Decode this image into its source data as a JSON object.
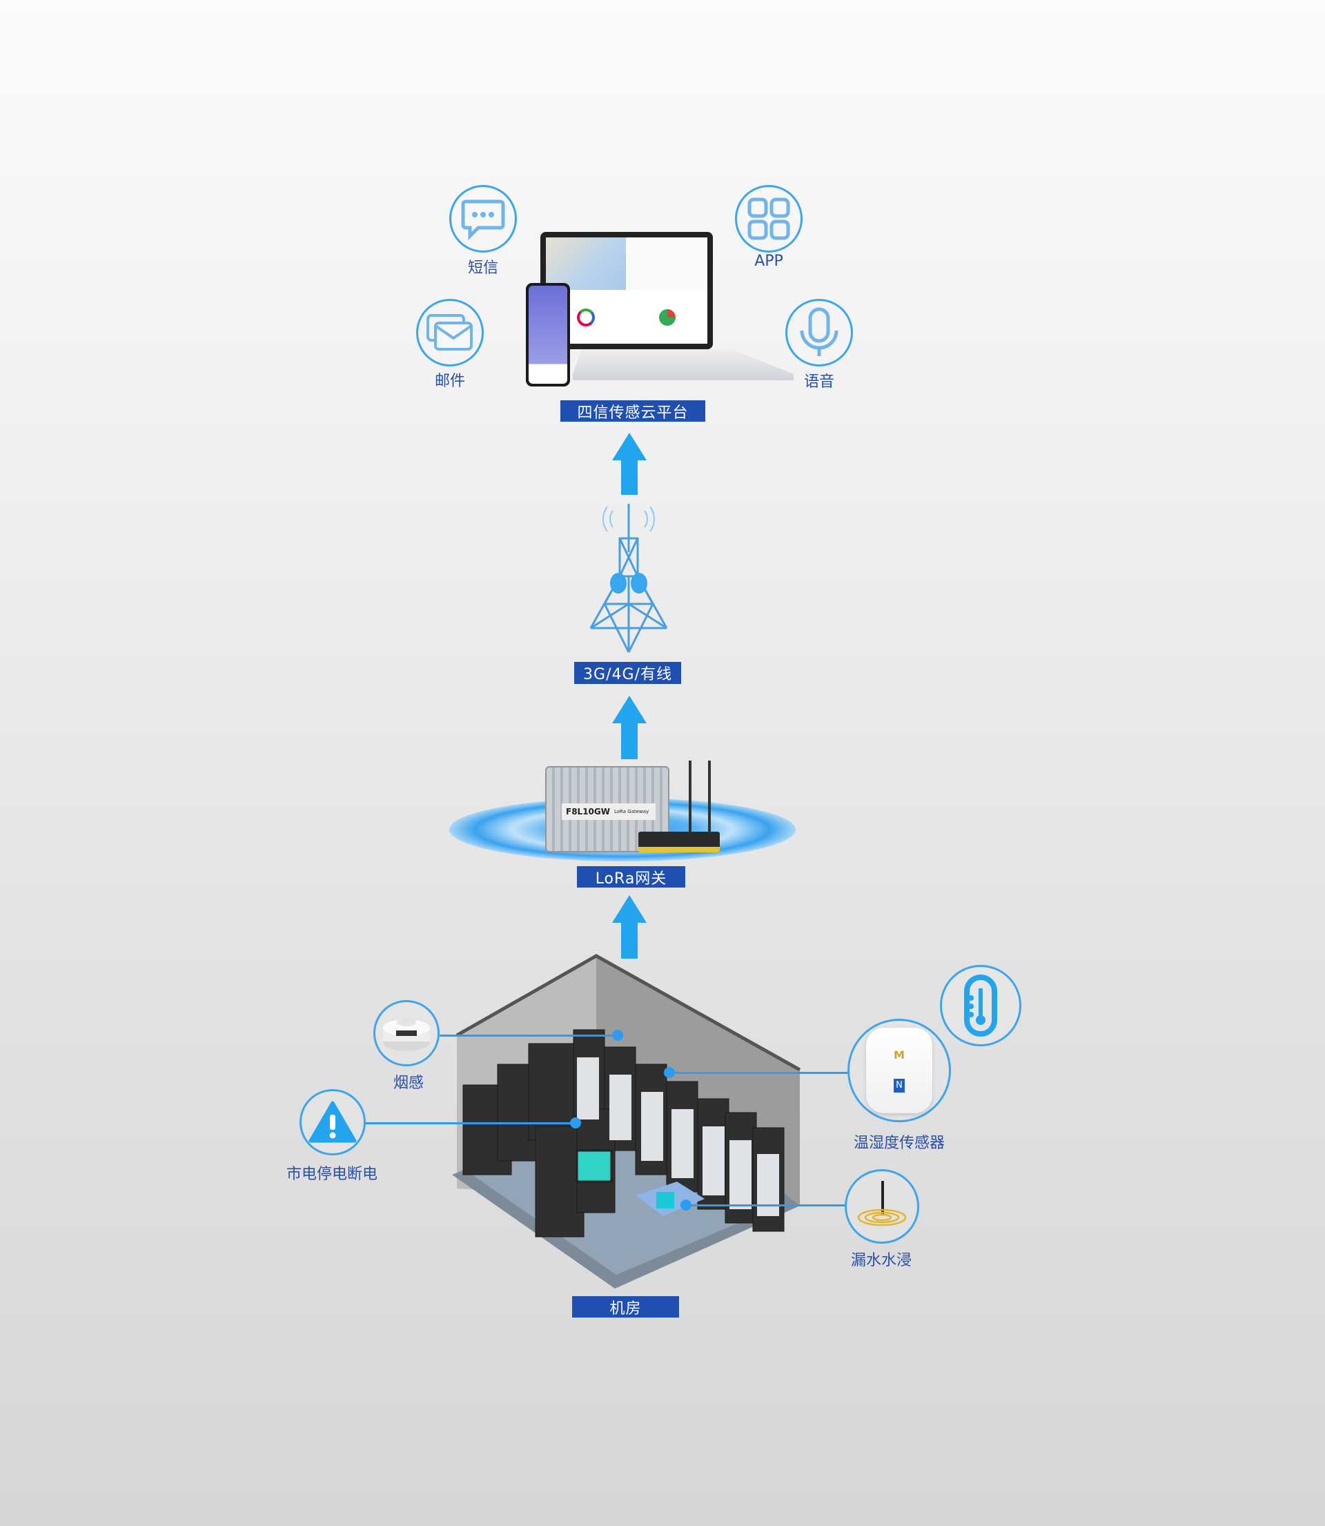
{
  "platform": {
    "title": "四信传感云平台",
    "channels": [
      {
        "label": "短信",
        "icon": "sms-icon"
      },
      {
        "label": "APP",
        "icon": "app-grid-icon"
      },
      {
        "label": "邮件",
        "icon": "mail-icon"
      },
      {
        "label": "语音",
        "icon": "microphone-icon"
      }
    ]
  },
  "network": {
    "title": "3G/4G/有线"
  },
  "gateway": {
    "title": "LoRa网关",
    "model": "F8L10GW",
    "subtitle": "LoRa Gateway"
  },
  "room": {
    "title": "机房",
    "sensors": [
      {
        "label": "烟感",
        "icon": "smoke-detector-icon"
      },
      {
        "label": "市电停电断电",
        "icon": "warning-icon"
      },
      {
        "label": "温湿度传感器",
        "icon": "temperature-humidity-sensor-icon"
      },
      {
        "label": "漏水水浸",
        "icon": "water-leak-sensor-icon"
      }
    ]
  },
  "colors": {
    "accent": "#2d9cee",
    "label_bg": "#1f4fb0",
    "label_text": "#2a4fa8"
  }
}
